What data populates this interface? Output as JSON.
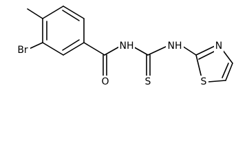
{
  "molecule": {
    "atoms": {
      "bromine": "Br",
      "carbonyl_oxygen": "O",
      "amide_nitrogen": "NH",
      "thioamide_nitrogen": "NH",
      "thiocarbonyl_sulfur": "S",
      "thiazole_nitrogen": "N",
      "thiazole_sulfur": "S"
    }
  }
}
